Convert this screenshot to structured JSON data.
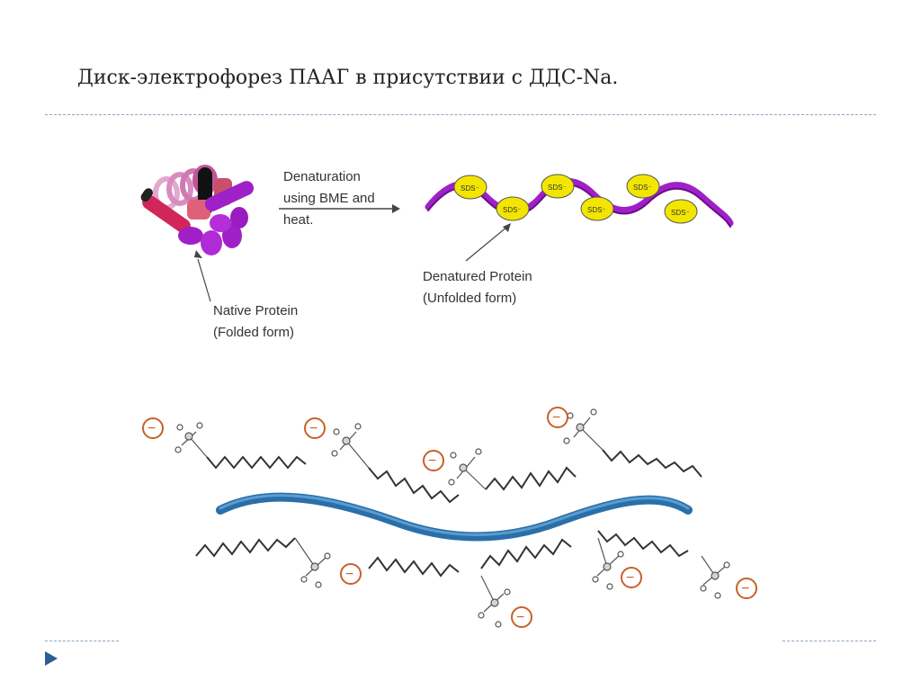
{
  "slide": {
    "title": "Диск-электрофорез ПААГ в присутствии с ДДС-Na."
  },
  "diagram": {
    "denaturation_label_line1": "Denaturation",
    "denaturation_label_line2": "using BME and",
    "denaturation_label_line3": "heat.",
    "native_label_line1": "Native Protein",
    "native_label_line2": "(Folded form)",
    "denatured_label_line1": "Denatured Protein",
    "denatured_label_line2": "(Unfolded form)",
    "sds_badge": "SDS⁻",
    "charge_symbol": "−"
  },
  "colors": {
    "rule": "#8aa7c4",
    "sds_yellow": "#f2e600",
    "protein_purple": "#a020c8",
    "protein_blue": "#2a6fa8",
    "charge_orange": "#c8602a",
    "nav_triangle": "#2a5f8f"
  }
}
